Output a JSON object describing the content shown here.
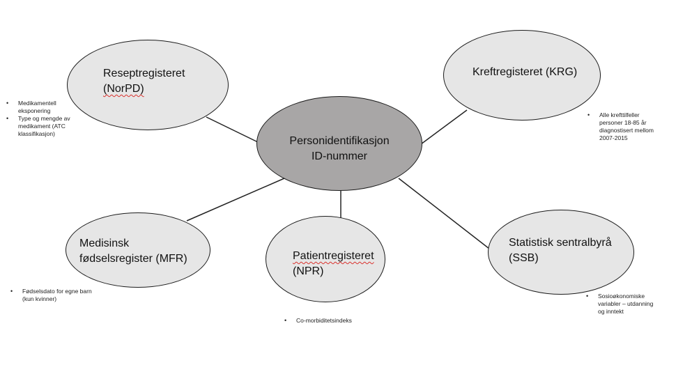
{
  "center": {
    "line1": "Personidentifikasjon",
    "line2": "ID-nummer"
  },
  "registers": {
    "norpd": {
      "title": "Reseptregisteret",
      "abbr": "(NorPD)",
      "notes": [
        "Medikamentell eksponering",
        "Type og mengde av medikament (ATC klassifikasjon)"
      ]
    },
    "krg": {
      "title": "Kreftregisteret (KRG)",
      "notes": [
        "Alle krefttilfeller personer 18-85 år diagnostisert mellom 2007-2015"
      ]
    },
    "mfr": {
      "title": "Medisinsk",
      "title2": "fødselsregister (MFR)",
      "notes": [
        "Fødselsdato for egne barn (kun kvinner)"
      ]
    },
    "npr": {
      "title": "Patientregisteret",
      "abbr": "(NPR)",
      "notes": [
        "Co-morbiditetsindeks"
      ]
    },
    "ssb": {
      "title": "Statistisk sentralbyrå",
      "abbr": "(SSB)",
      "notes": [
        "Sosioøkonomiske variabler – utdanning og inntekt"
      ]
    }
  }
}
